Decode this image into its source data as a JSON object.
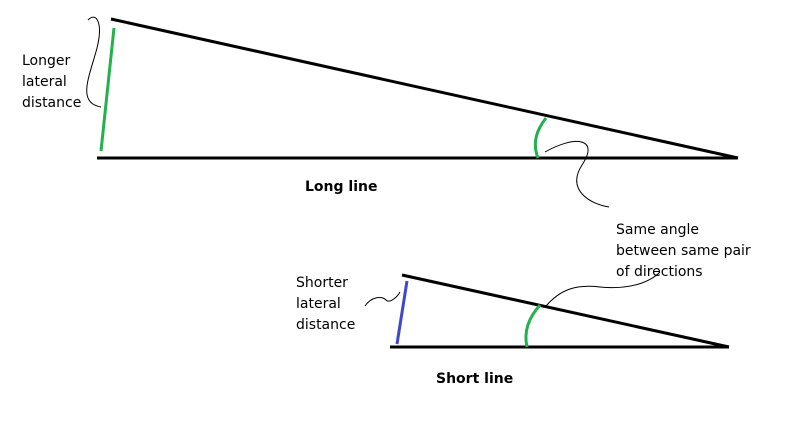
{
  "labels": {
    "long_line": "Long line",
    "short_line": "Short line",
    "longer_lateral": [
      "Longer",
      "lateral",
      "distance"
    ],
    "shorter_lateral": [
      "Shorter",
      "lateral",
      "distance"
    ],
    "same_angle": [
      "Same angle",
      "between same pair",
      "of directions"
    ]
  },
  "colors": {
    "line": "#000000",
    "angle_arc": "#22b14c",
    "long_lateral": "#22b14c",
    "short_lateral": "#3f48cc",
    "callout": "#000000"
  }
}
